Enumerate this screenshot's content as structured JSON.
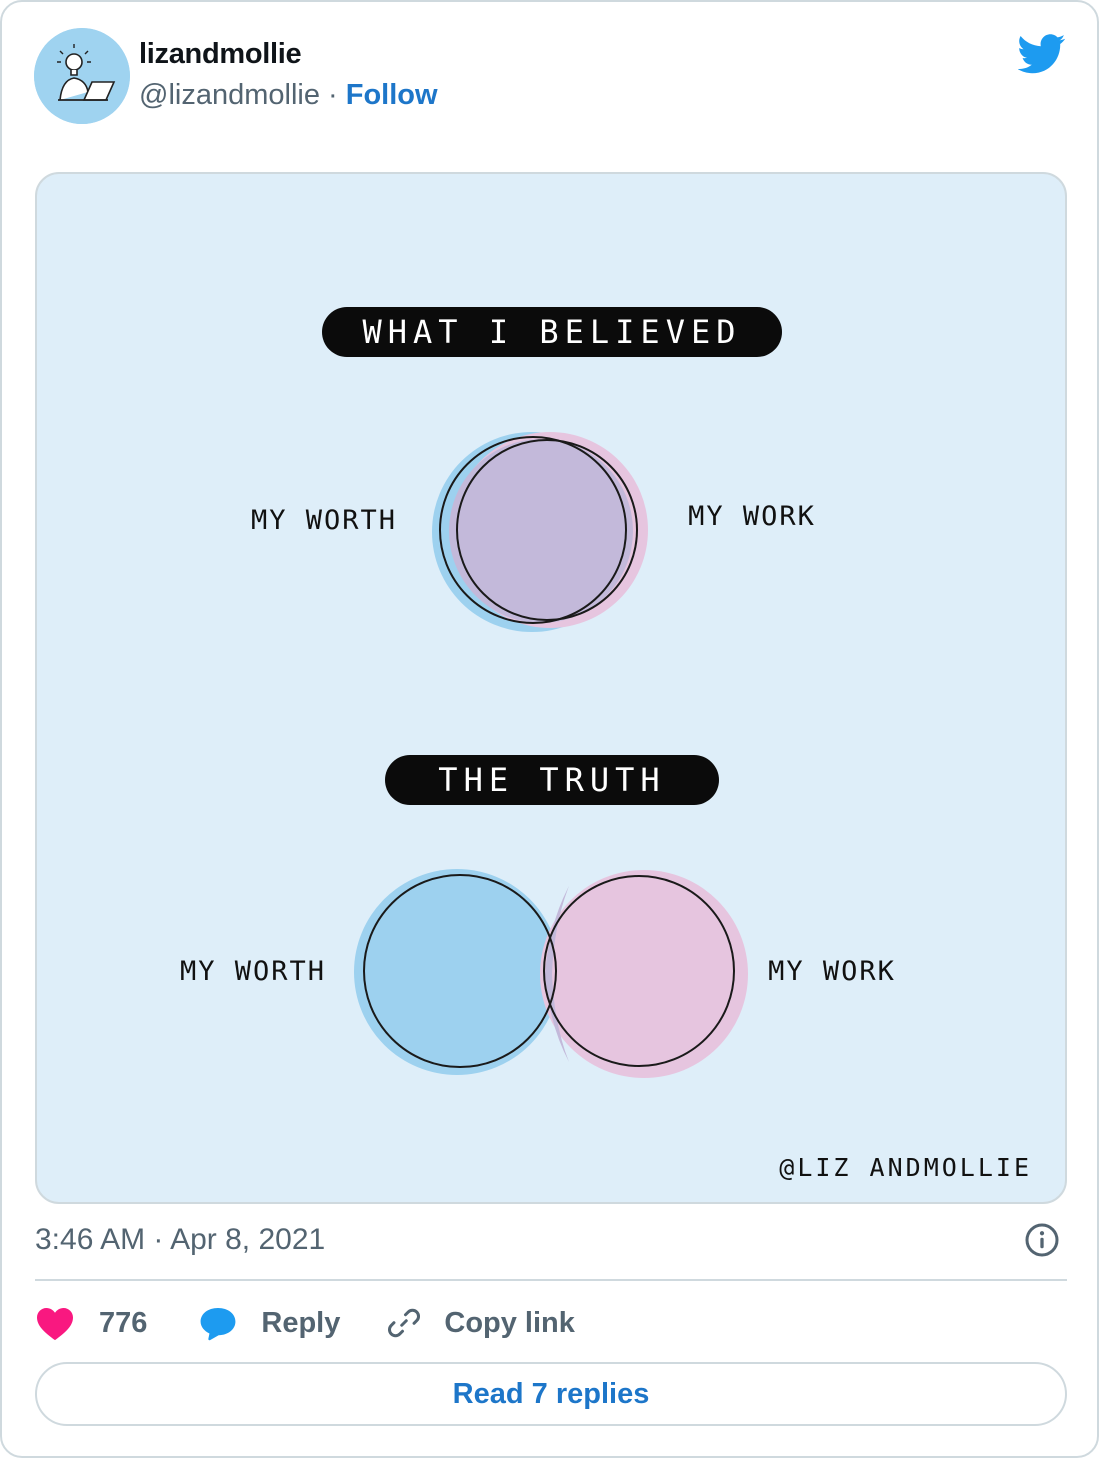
{
  "author": {
    "name": "lizandmollie",
    "handle": "@lizandmollie",
    "separator": "·",
    "follow_label": "Follow"
  },
  "media": {
    "top_title": "WHAT I BELIEVED",
    "top_left_label": "MY WORTH",
    "top_right_label": "MY WORK",
    "bottom_title": "THE TRUTH",
    "bottom_left_label": "MY WORTH",
    "bottom_right_label": "MY WORK",
    "signature": "@LIZ ANDMOLLIE",
    "colors": {
      "background": "#deeef9",
      "worth": "#9dd1ef",
      "work": "#e6c5df",
      "overlap": "#c3b9da"
    }
  },
  "timestamp": "3:46 AM · Apr 8, 2021",
  "actions": {
    "like_count": "776",
    "reply_label": "Reply",
    "copy_link_label": "Copy link"
  },
  "read_replies_label": "Read 7 replies",
  "icons": [
    "twitter-bird-icon",
    "heart-icon",
    "reply-bubble-icon",
    "link-icon",
    "info-icon"
  ],
  "accent_color": "#1d76c9"
}
